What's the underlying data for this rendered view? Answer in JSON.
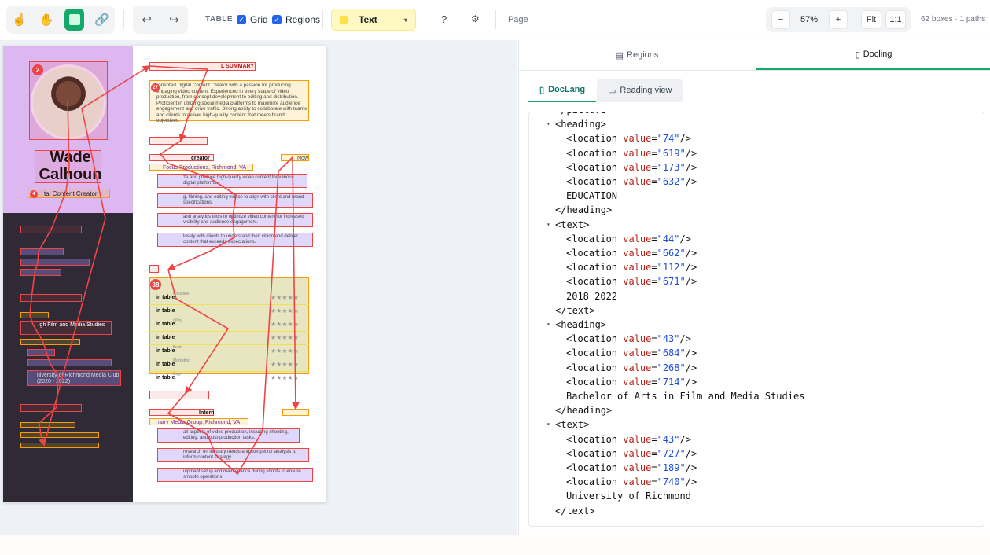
{
  "toolbar": {
    "table_label": "TABLE",
    "grid_label": "Grid",
    "regions_label": "Regions",
    "label_select": "Text",
    "help_label": "?",
    "page_label": "Page",
    "zoom_minus": "−",
    "zoom_value": "57%",
    "zoom_plus": "+",
    "fit_label": "Fit",
    "one_label": "1:1",
    "stats": "62 boxes · 1 paths"
  },
  "document": {
    "name_line1": "Wade",
    "name_line2": "Calhoun",
    "role_snippet": "tal Content Creator",
    "summary_heading": "L SUMMARY",
    "summary_text": "-oriented Digital Content Creator with a passion for producing engaging video content. Experienced in every stage of video production, from concept development to editing and distribution. Proficient in utilizing social media platforms to maximize audience engagement and drive traffic. Strong ability to collaborate with teams and clients to deliver high-quality content that meets brand objectives.",
    "job1_title": "creator",
    "job1_company": "Focus Productions, Richmond, VA",
    "job1_date": "Now",
    "job1_items": [
      "ze and produce high-quality video content for various digital platforms.",
      "g, filming, and editing videos to align with client and brand specifications.",
      "and analytics tools to optimize video content for increased visibility and audience engagement.",
      "losely with clients to understand their vision and deliver content that exceeds expectations."
    ],
    "edu_heading": "igh Film and Media Studies",
    "edu_school": "niversity of Richmond Media Club (2020 - 2022)",
    "job2_title": "Intern",
    "job2_company": "nary Media Group, Richmond, VA",
    "job2_items": [
      "all aspects of video production, including shooting, editing, and post-production tasks.",
      "research on industry trends and competitor analysis to inform content strategy.",
      "uipment setup and maintenance during shoots to ensure smooth operations."
    ],
    "table_rows": [
      "roduction",
      "",
      "r Pro",
      "",
      "ffects",
      "Marketing",
      "ilogy"
    ],
    "table_row_label": "in table",
    "table_badge": "38",
    "badges": [
      "2",
      "4",
      "27",
      "38"
    ]
  },
  "right_panel": {
    "tabs": [
      "Regions",
      "Docling"
    ],
    "subtabs": [
      "DocLang",
      "Reading view"
    ],
    "code_lines": [
      {
        "indent": 1,
        "toggle": false,
        "text": "</picture>"
      },
      {
        "indent": 1,
        "toggle": true,
        "text": "<heading>"
      },
      {
        "indent": 2,
        "toggle": false,
        "loc": "74"
      },
      {
        "indent": 2,
        "toggle": false,
        "loc": "619"
      },
      {
        "indent": 2,
        "toggle": false,
        "loc": "173"
      },
      {
        "indent": 2,
        "toggle": false,
        "loc": "632"
      },
      {
        "indent": 2,
        "toggle": false,
        "text": "EDUCATION"
      },
      {
        "indent": 1,
        "toggle": false,
        "text": "</heading>"
      },
      {
        "indent": 1,
        "toggle": true,
        "text": "<text>"
      },
      {
        "indent": 2,
        "toggle": false,
        "loc": "44"
      },
      {
        "indent": 2,
        "toggle": false,
        "loc": "662"
      },
      {
        "indent": 2,
        "toggle": false,
        "loc": "112"
      },
      {
        "indent": 2,
        "toggle": false,
        "loc": "671"
      },
      {
        "indent": 2,
        "toggle": false,
        "text": "2018 2022"
      },
      {
        "indent": 1,
        "toggle": false,
        "text": "</text>"
      },
      {
        "indent": 1,
        "toggle": true,
        "text": "<heading>"
      },
      {
        "indent": 2,
        "toggle": false,
        "loc": "43"
      },
      {
        "indent": 2,
        "toggle": false,
        "loc": "684"
      },
      {
        "indent": 2,
        "toggle": false,
        "loc": "268"
      },
      {
        "indent": 2,
        "toggle": false,
        "loc": "714"
      },
      {
        "indent": 2,
        "toggle": false,
        "text": "Bachelor of Arts in Film and Media Studies"
      },
      {
        "indent": 1,
        "toggle": false,
        "text": "</heading>"
      },
      {
        "indent": 1,
        "toggle": true,
        "text": "<text>"
      },
      {
        "indent": 2,
        "toggle": false,
        "loc": "43"
      },
      {
        "indent": 2,
        "toggle": false,
        "loc": "727"
      },
      {
        "indent": 2,
        "toggle": false,
        "loc": "189"
      },
      {
        "indent": 2,
        "toggle": false,
        "loc": "740"
      },
      {
        "indent": 2,
        "toggle": false,
        "text": "University of Richmond"
      },
      {
        "indent": 1,
        "toggle": false,
        "text": "</text>"
      }
    ]
  },
  "colors": {
    "accent": "#14a96b",
    "region": "#ef4444",
    "list": "#a78bfa",
    "table": "#f59e0b"
  }
}
